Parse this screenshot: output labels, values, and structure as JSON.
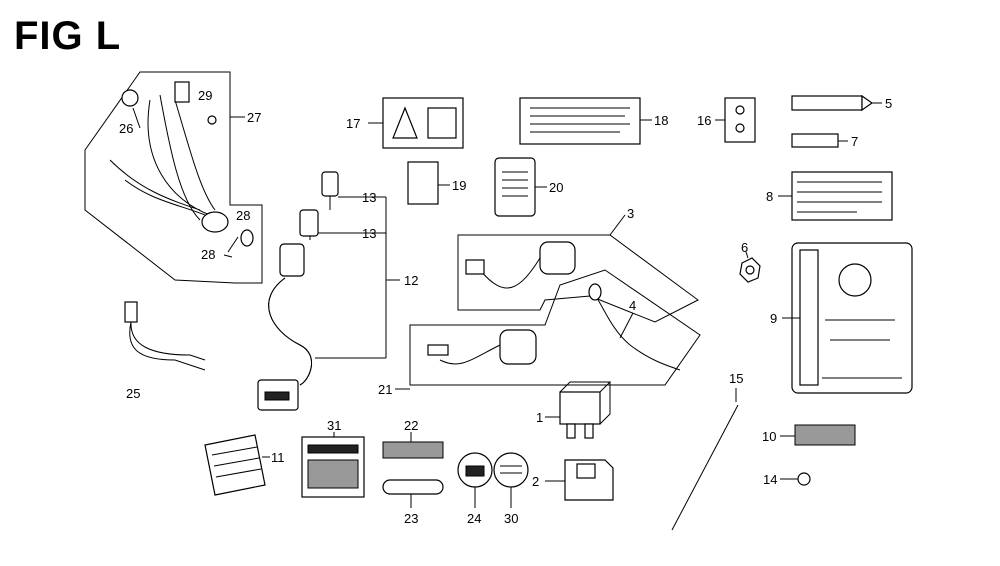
{
  "figure": {
    "title": "FIG L"
  },
  "callouts": {
    "c1": "1",
    "c2": "2",
    "c3": "3",
    "c4": "4",
    "c5": "5",
    "c6": "6",
    "c7": "7",
    "c8": "8",
    "c9": "9",
    "c10": "10",
    "c11": "11",
    "c12": "12",
    "c13a": "13",
    "c13b": "13",
    "c14": "14",
    "c15": "15",
    "c16": "16",
    "c17": "17",
    "c18": "18",
    "c19": "19",
    "c20": "20",
    "c21": "21",
    "c22": "22",
    "c23": "23",
    "c24": "24",
    "c25": "25",
    "c26": "26",
    "c27": "27",
    "c28a": "28",
    "c28b": "28",
    "c29": "29",
    "c30": "30",
    "c31": "31"
  }
}
